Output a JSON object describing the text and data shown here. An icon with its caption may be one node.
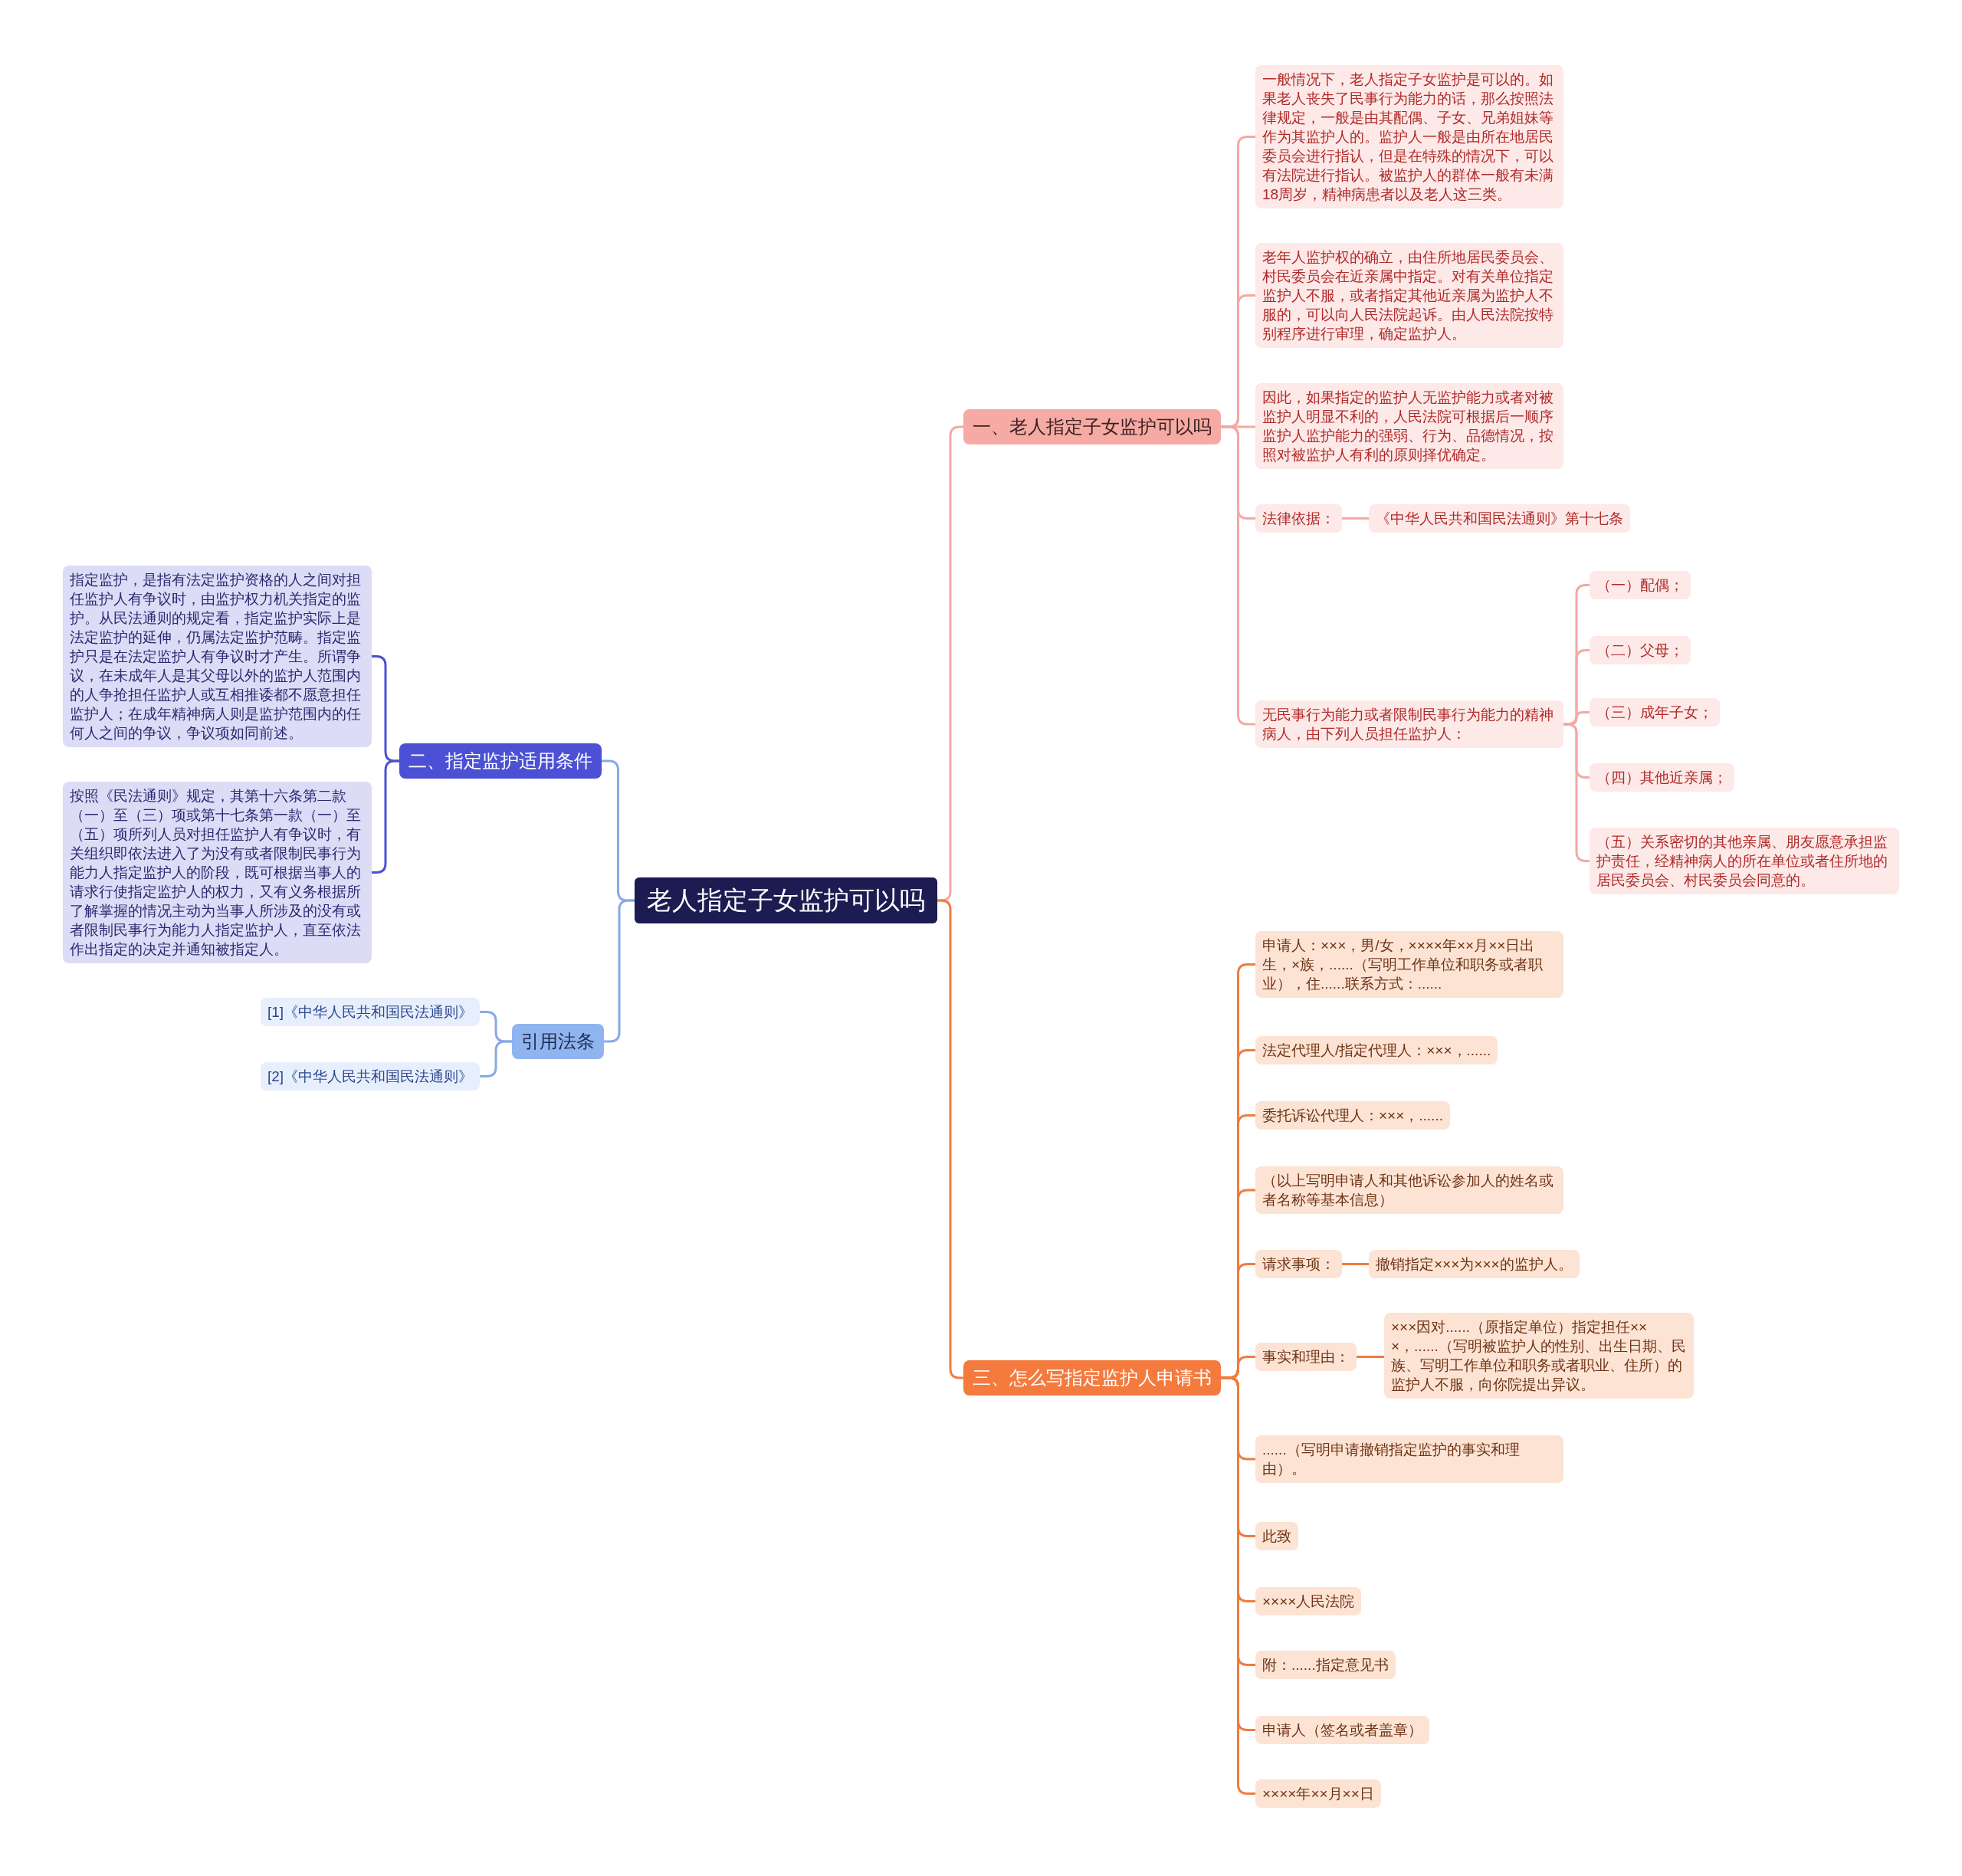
{
  "diagram": {
    "nodes": [
      {
        "text": [
          "老人指定子女监护可以吗"
        ]
      },
      {
        "text": [
          "一、老人指定子女监护可以吗"
        ]
      },
      {
        "text": [
          "一般情况下，老人指定子女监护是可以的。如果老人丧失了民事行为能力的话，那么按照法律规定，一般是由其配偶、子女、兄弟姐妹等作为其监护人的。监护人一般是由所在地居民委员会进行指认，但是在特殊的情况下，可以有法院进行指认。被监护人的群体一般有未满18周岁，精神病患者以及老人这三类。"
        ]
      },
      {
        "text": [
          "老年人监护权的确立，由住所地居民委员会、村民委员会在近亲属中指定。对有关单位指定监护人不服，或者指定其他近亲属为监护人不服的，可以向人民法院起诉。由人民法院按特别程序进行审理，确定监护人。"
        ]
      },
      {
        "text": [
          "因此，如果指定的监护人无监护能力或者对被监护人明显不利的，人民法院可根据后一顺序监护人监护能力的强弱、行为、品德情况，按照对被监护人有利的原则择优确定。"
        ]
      },
      {
        "text": [
          "法律依据："
        ]
      },
      {
        "text": [
          "《中华人民共和国民法通则》第十七条"
        ]
      },
      {
        "text": [
          "无民事行为能力或者限制民事行为能力的精神病人，由下列人员担任监护人："
        ]
      },
      {
        "text": [
          "（一）配偶；"
        ]
      },
      {
        "text": [
          "（二）父母；"
        ]
      },
      {
        "text": [
          "（三）成年子女；"
        ]
      },
      {
        "text": [
          "（四）其他近亲属；"
        ]
      },
      {
        "text": [
          "（五）关系密切的其他亲属、朋友愿意承担监护责任，经精神病人的所在单位或者住所地的居民委员会、村民委员会同意的。"
        ]
      },
      {
        "text": [
          "二、指定监护适用条件"
        ]
      },
      {
        "text": [
          "指定监护，是指有法定监护资格的人之间对担任监护人有争议时，由监护权力机关指定的监护。从民法通则的规定看，指定监护实际上是法定监护的延伸，仍属法定监护范畴。指定监护只是在法定监护人有争议时才产生。所谓争议，在未成年人是其父母以外的监护人范围内的人争抢担任监护人或互相推诿都不愿意担任监护人；在成年精神病人则是监护范围内的任何人之间的争议，争议项如同前述。"
        ]
      },
      {
        "text": [
          "按照《民法通则》规定，其第十六条第二款（一）至（三）项或第十七条第一款（一）至（五）项所列人员对担任监护人有争议时，有关组织即依法进入了为没有或者限制民事行为能力人指定监护人的阶段，既可根据当事人的请求行使指定监护人的权力，又有义务根据所了解掌握的情况主动为当事人所涉及的没有或者限制民事行为能力人指定监护人，直至依法作出指定的决定并通知被指定人。"
        ]
      },
      {
        "text": [
          "引用法条"
        ]
      },
      {
        "text": [
          "[1]《中华人民共和国民法通则》"
        ]
      },
      {
        "text": [
          "[2]《中华人民共和国民法通则》"
        ]
      },
      {
        "text": [
          "三、怎么写指定监护人申请书"
        ]
      },
      {
        "text": [
          "申请人：×××，男/女，××××年××月××日出生，×族，......（写明工作单位和职务或者职业），住......联系方式：......"
        ]
      },
      {
        "text": [
          "法定代理人/指定代理人：×××，......"
        ]
      },
      {
        "text": [
          "委托诉讼代理人：×××，......"
        ]
      },
      {
        "text": [
          "（以上写明申请人和其他诉讼参加人的姓名或者名称等基本信息）"
        ]
      },
      {
        "text": [
          "请求事项："
        ]
      },
      {
        "text": [
          "撤销指定×××为×××的监护人。"
        ]
      },
      {
        "text": [
          "事实和理由："
        ]
      },
      {
        "text": [
          "×××因对......（原指定单位）指定担任×××，......（写明被监护人的性别、出生日期、民族、写明工作单位和职务或者职业、住所）的监护人不服，向你院提出异议。"
        ]
      },
      {
        "text": [
          "......（写明申请撤销指定监护的事实和理由）。"
        ]
      },
      {
        "text": [
          "此致"
        ]
      },
      {
        "text": [
          "××××人民法院"
        ]
      },
      {
        "text": [
          "附：......指定意见书"
        ]
      },
      {
        "text": [
          "申请人（签名或者盖章）"
        ]
      },
      {
        "text": [
          "××××年××月××日"
        ]
      }
    ],
    "edges": [
      {
        "from": 0,
        "to": 1,
        "arrow": "none",
        "color": "#f4a9a3"
      },
      {
        "from": 1,
        "to": 2,
        "arrow": "none",
        "color": "#f4a9a3"
      },
      {
        "from": 1,
        "to": 3,
        "arrow": "none",
        "color": "#f4a9a3"
      },
      {
        "from": 1,
        "to": 4,
        "arrow": "none",
        "color": "#f4a9a3"
      },
      {
        "from": 1,
        "to": 5,
        "arrow": "none",
        "color": "#f4a9a3"
      },
      {
        "from": 5,
        "to": 6,
        "arrow": "none",
        "color": "#f4a9a3"
      },
      {
        "from": 1,
        "to": 7,
        "arrow": "none",
        "color": "#f4a9a3"
      },
      {
        "from": 7,
        "to": 8,
        "arrow": "none",
        "color": "#f4a9a3"
      },
      {
        "from": 7,
        "to": 9,
        "arrow": "none",
        "color": "#f4a9a3"
      },
      {
        "from": 7,
        "to": 10,
        "arrow": "none",
        "color": "#f4a9a3"
      },
      {
        "from": 7,
        "to": 11,
        "arrow": "none",
        "color": "#f4a9a3"
      },
      {
        "from": 7,
        "to": 12,
        "arrow": "none",
        "color": "#f4a9a3"
      },
      {
        "from": 0,
        "to": 13,
        "arrow": "none",
        "color": "#8aa8e6"
      },
      {
        "from": 13,
        "to": 14,
        "arrow": "none",
        "color": "#4b50d4"
      },
      {
        "from": 13,
        "to": 15,
        "arrow": "none",
        "color": "#4b50d4"
      },
      {
        "from": 0,
        "to": 16,
        "arrow": "none",
        "color": "#8aa8e6"
      },
      {
        "from": 16,
        "to": 17,
        "arrow": "none",
        "color": "#8aa8e6"
      },
      {
        "from": 16,
        "to": 18,
        "arrow": "none",
        "color": "#8aa8e6"
      },
      {
        "from": 0,
        "to": 19,
        "arrow": "none"
      },
      {
        "from": 19,
        "to": 20,
        "arrow": "none"
      },
      {
        "from": 19,
        "to": 21,
        "arrow": "none"
      },
      {
        "from": 19,
        "to": 22,
        "arrow": "none"
      },
      {
        "from": 19,
        "to": 23,
        "arrow": "none"
      },
      {
        "from": 19,
        "to": 24,
        "arrow": "none"
      },
      {
        "from": 24,
        "to": 25,
        "arrow": "none"
      },
      {
        "from": 19,
        "to": 26,
        "arrow": "none"
      },
      {
        "from": 26,
        "to": 27,
        "arrow": "none"
      },
      {
        "from": 19,
        "to": 28,
        "arrow": "none"
      },
      {
        "from": 19,
        "to": 29,
        "arrow": "none"
      },
      {
        "from": 19,
        "to": 30,
        "arrow": "none"
      },
      {
        "from": 19,
        "to": 31,
        "arrow": "none"
      },
      {
        "from": 19,
        "to": 32,
        "arrow": "none"
      },
      {
        "from": 19,
        "to": 33,
        "arrow": "none"
      }
    ]
  }
}
